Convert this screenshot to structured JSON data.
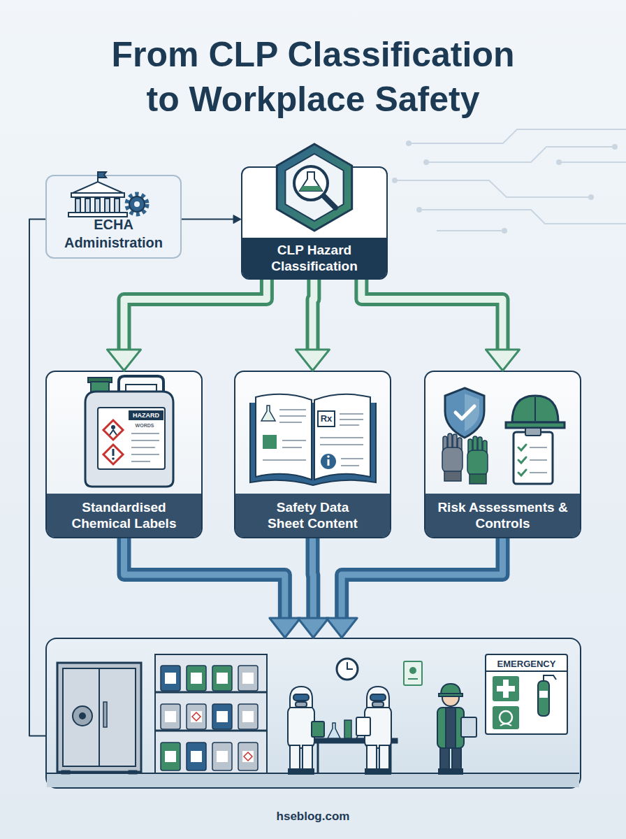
{
  "diagram": {
    "title": "From CLP Classification to Workplace Safety",
    "nodes": [
      {
        "text": [
          "ECHA Administration"
        ]
      },
      {
        "text": [
          "CLP Hazard Classification"
        ]
      },
      {
        "text": [
          "Standardised Chemical Labels"
        ]
      },
      {
        "text": [
          "Safety Data Sheet Content"
        ]
      },
      {
        "text": [
          "Risk Assessments & Controls"
        ]
      },
      {
        "text": [
          "EMERGENCY"
        ]
      }
    ],
    "edges": [
      {
        "from": 0,
        "to": 1,
        "arrow": "to"
      },
      {
        "from": 1,
        "to": 2,
        "arrow": "to"
      },
      {
        "from": 1,
        "to": 3,
        "arrow": "to"
      },
      {
        "from": 1,
        "to": 4,
        "arrow": "to"
      },
      {
        "from": 2,
        "to": 5,
        "arrow": "to"
      },
      {
        "from": 3,
        "to": 5,
        "arrow": "to"
      },
      {
        "from": 4,
        "to": 5,
        "arrow": "to"
      },
      {
        "from": 5,
        "to": 0,
        "arrow": "none"
      }
    ],
    "labels": [
      "HAZARD",
      "WORDS",
      "Rx",
      "hseblog.com"
    ]
  }
}
